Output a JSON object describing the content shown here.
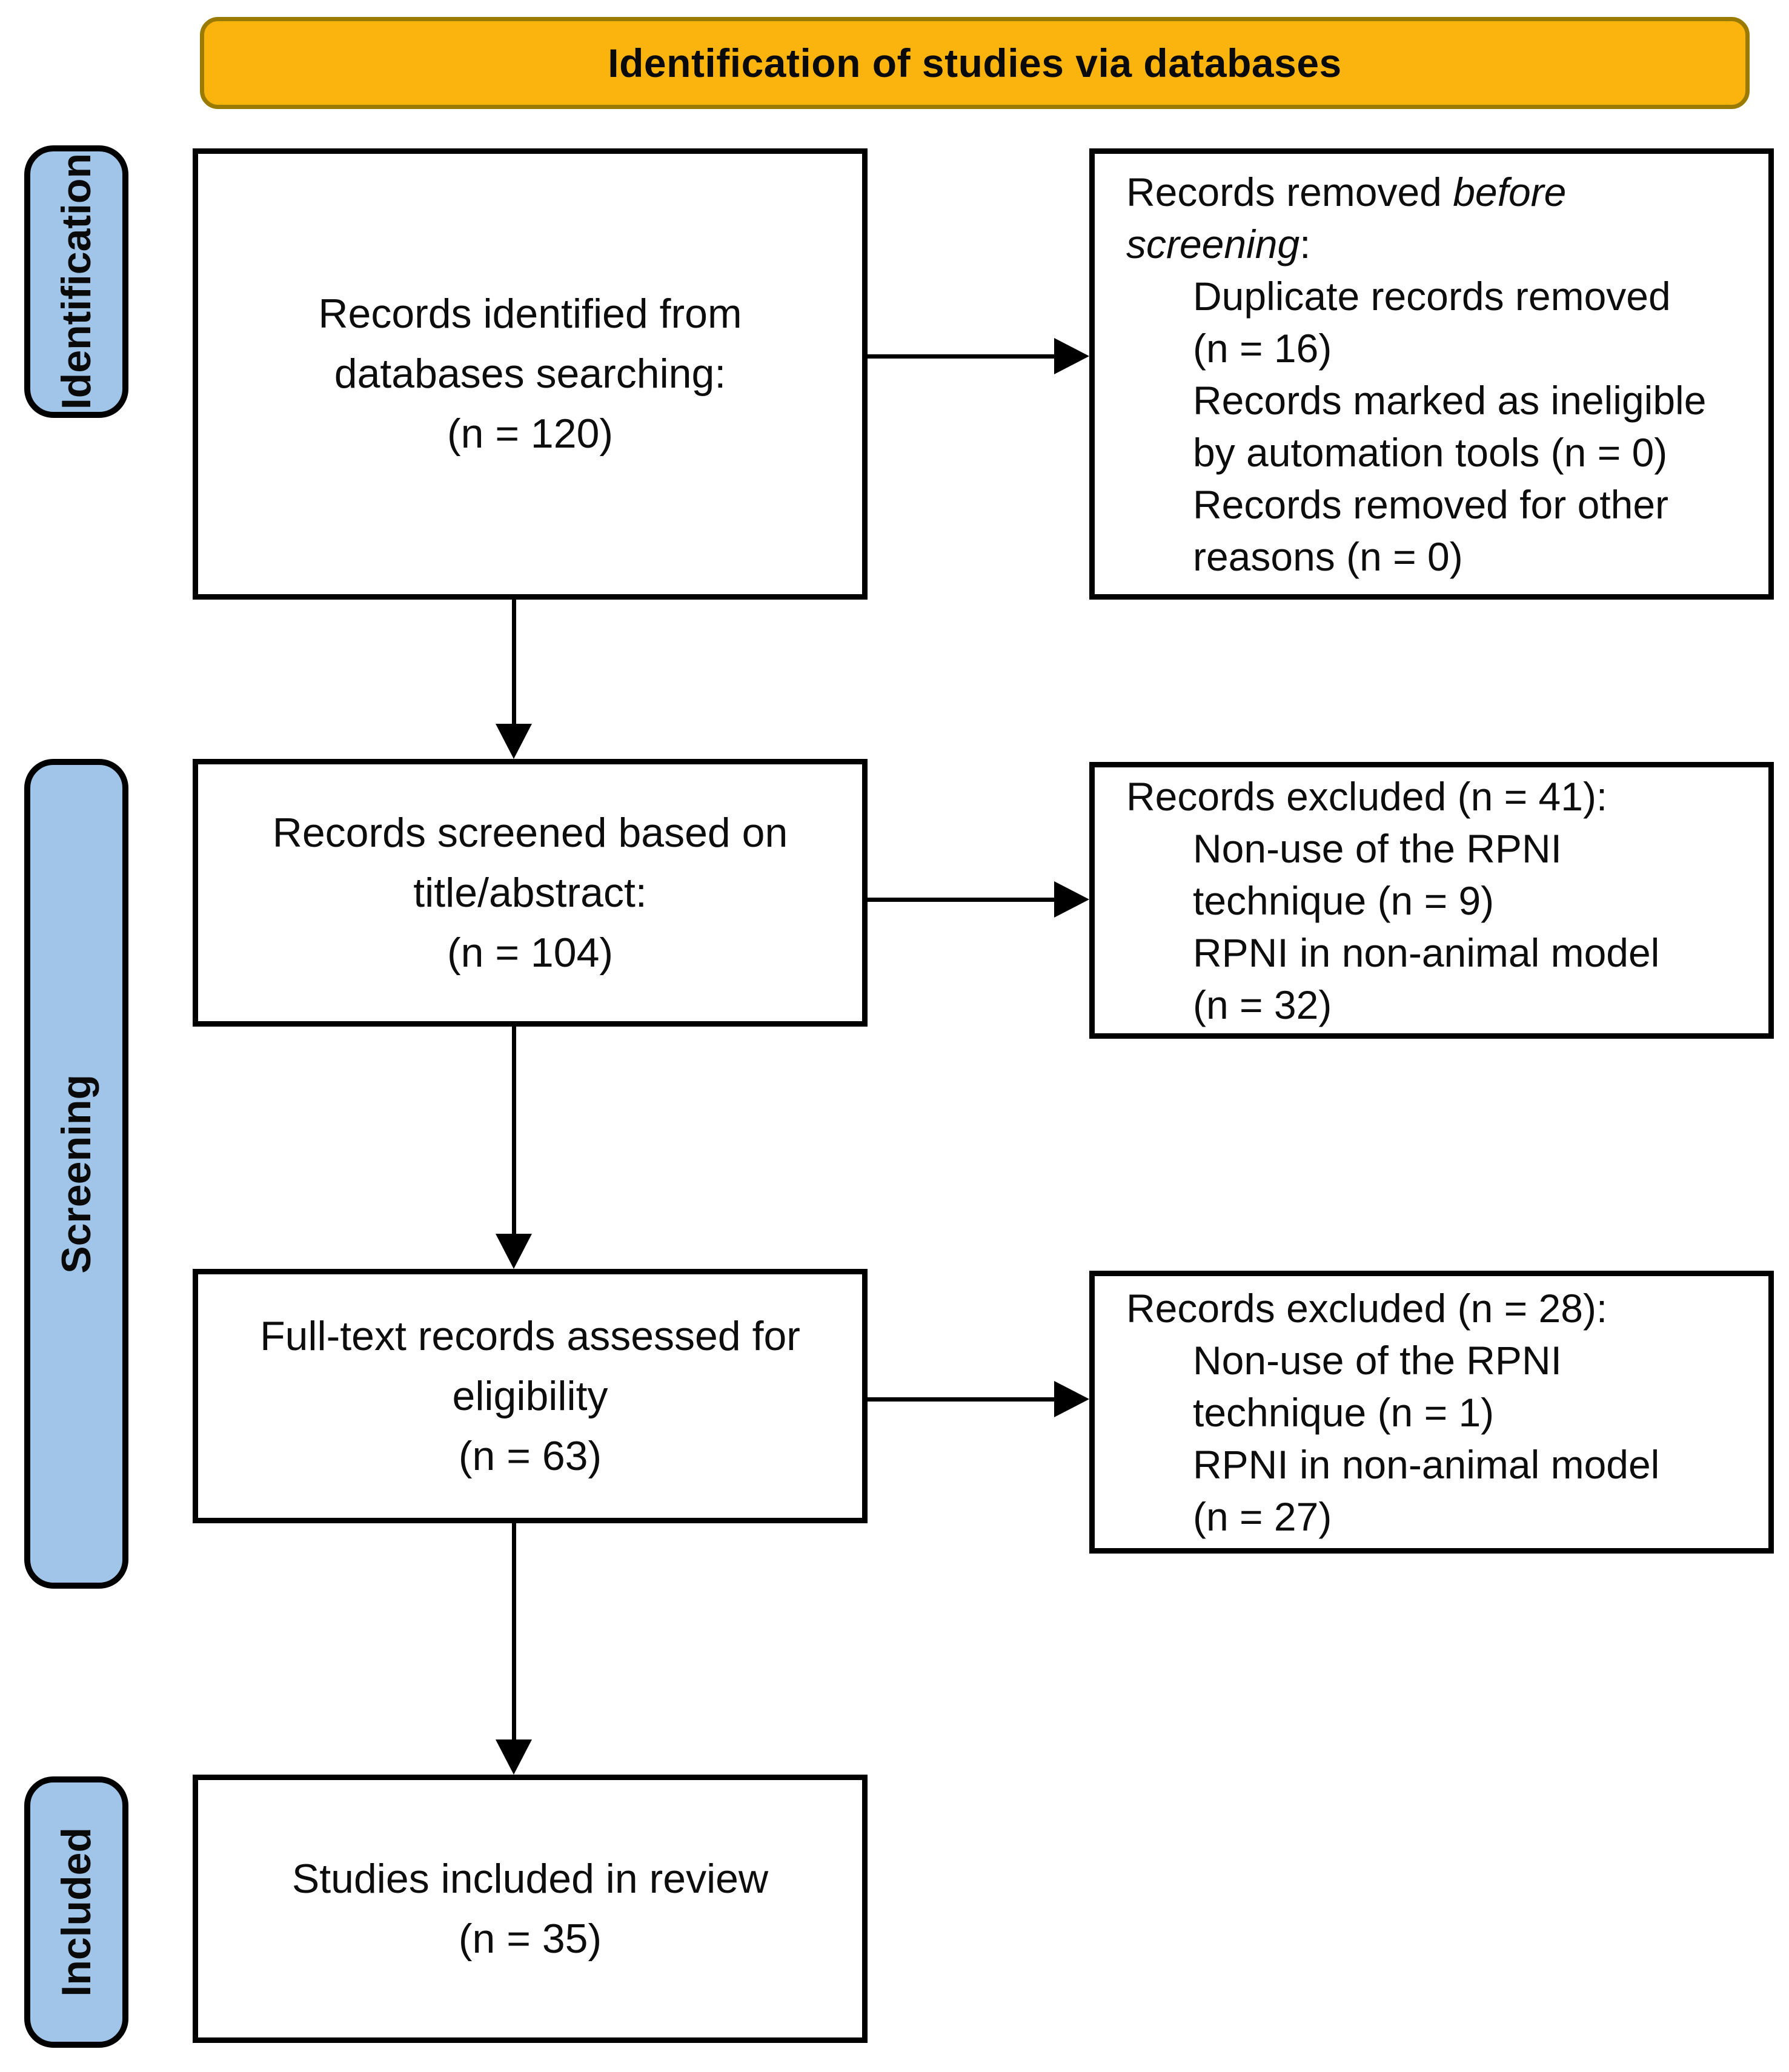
{
  "banner": {
    "title": "Identification of studies via databases"
  },
  "sidebar": {
    "identification": "Identification",
    "screening": "Screening",
    "included": "Included"
  },
  "boxes": {
    "identified": {
      "line1": "Records identified from",
      "line2": "databases searching:",
      "line3": "(n = 120)"
    },
    "removed_before_screening": {
      "line1_normal": "Records removed ",
      "line1_italic": "before",
      "line2_italic": "screening",
      "line2_normal": ":",
      "item_lines": [
        "Duplicate records removed",
        "(n = 16)",
        "Records marked as ineligible",
        "by automation tools (n = 0)",
        "Records removed for other",
        "reasons (n = 0)"
      ]
    },
    "screened": {
      "line1": "Records screened based on",
      "line2": "title/abstract:",
      "line3": "(n = 104)"
    },
    "excluded_screening": {
      "title": "Records excluded (n = 41):",
      "item_lines": [
        "Non-use of the RPNI",
        "technique (n = 9)",
        "RPNI in non-animal model",
        "(n = 32)"
      ]
    },
    "fulltext": {
      "line1": "Full-text records assessed for",
      "line2": "eligibility",
      "line3": "(n = 63)"
    },
    "excluded_eligibility": {
      "title": "Records excluded (n = 28):",
      "item_lines": [
        "Non-use of the RPNI",
        "technique (n = 1)",
        "RPNI in non-animal model",
        "(n = 27)"
      ]
    },
    "included_review": {
      "line1": "Studies included in review",
      "line2": "(n = 35)"
    }
  },
  "colors": {
    "banner_fill": "#FBB40E",
    "banner_border": "#9A7B00",
    "stage_fill": "#A1C5E8",
    "box_border": "#000000",
    "arrow": "#000000"
  }
}
